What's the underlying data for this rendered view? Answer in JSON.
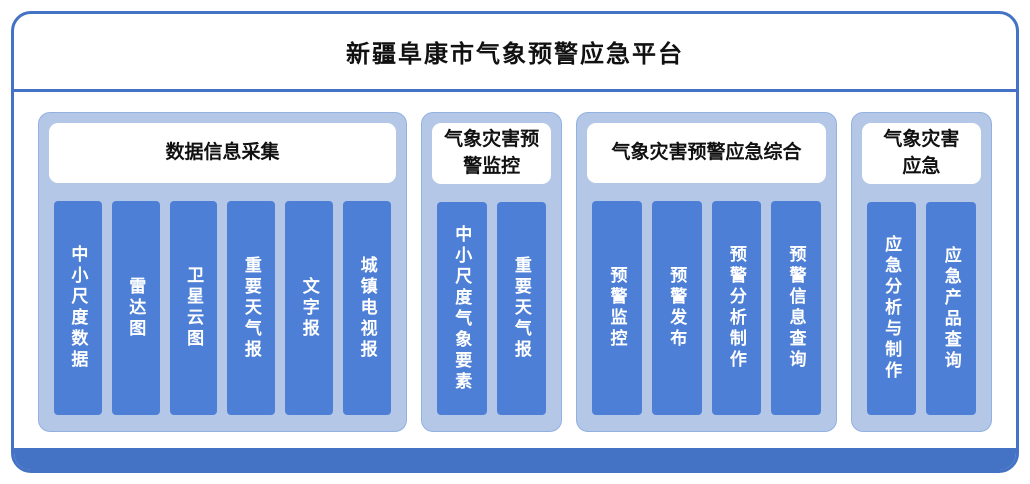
{
  "title": "新疆阜康市气象预警应急平台",
  "colors": {
    "border": "#4472C4",
    "panel_bg": "#B4C7E7",
    "header_bg": "#FFFFFF",
    "bar_bg": "#4E7FD6",
    "bottom_bar": "#4472C4"
  },
  "panels": [
    {
      "header": "数据信息采集",
      "items": [
        "中小尺度数据",
        "雷达图",
        "卫星云图",
        "重要天气报",
        "文字报",
        "城镇电视报"
      ]
    },
    {
      "header": "气象灾害预\n警监控",
      "items": [
        "中小尺度气象要素",
        "重要天气报"
      ]
    },
    {
      "header": "气象灾害预警应急综合",
      "items": [
        "预警监控",
        "预警发布",
        "预警分析制作",
        "预警信息查询"
      ]
    },
    {
      "header": "气象灾害\n应急",
      "items": [
        "应急分析与制作",
        "应急产品查询"
      ]
    }
  ]
}
